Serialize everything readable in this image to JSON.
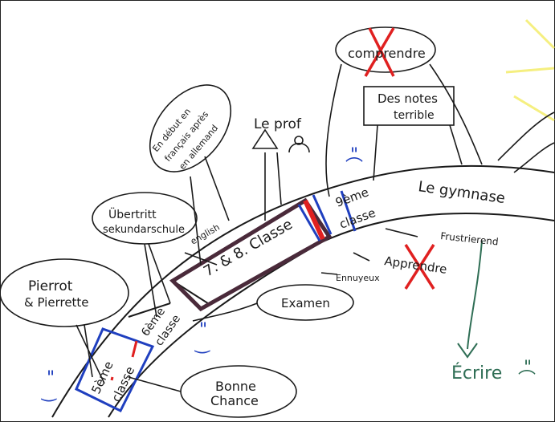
{
  "labels": {
    "pierrot": "Pierrot",
    "pierrette": "& Pierrette",
    "uebertritt": "Übertritt",
    "sekundarschule": "sekundarschule",
    "debut1": "En début en",
    "debut2": "français après",
    "debut3": "en allemand",
    "le_prof": "Le prof",
    "comprendre": "comprendre",
    "des_notes1": "Des notes",
    "des_notes2": "terrible",
    "english": "english",
    "classe_78": "7. & 8. Classe",
    "gym": "Le gymnase",
    "class_9a": "9ème",
    "class_9b": "classe",
    "class_6a": "6ème",
    "class_6b": "classe",
    "class_5a": "5ème",
    "class_5b": "classe",
    "frustrierend": "Frustrierend",
    "apprendre": "Apprendre",
    "ennuyeux": "Ennuyeux",
    "examen": "Examen",
    "ecrire": "Écrire",
    "bonne1": "Bonne",
    "bonne2": "Chance",
    "smile": "\"",
    "smile_mouth": "‿",
    "frown_mouth": "⌒"
  },
  "colors": {
    "ink": "#1a1a1a",
    "blue": "#1f3fbf",
    "red": "#e02020",
    "purple": "#4a2a3a",
    "green": "#2f6e55",
    "sun": "#f5ef80"
  }
}
